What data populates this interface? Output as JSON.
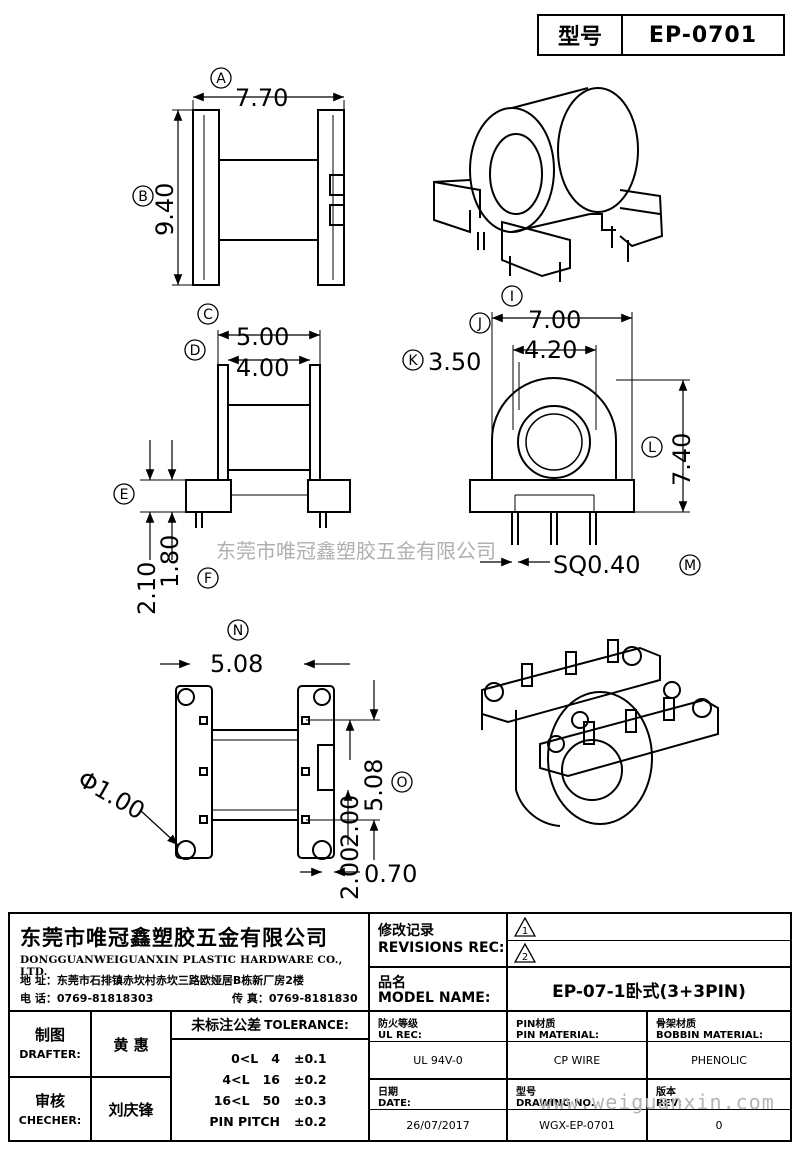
{
  "header": {
    "type_label": "型号",
    "type_value": "EP-0701"
  },
  "dimensions": {
    "A": {
      "letter": "A",
      "value": "7.70"
    },
    "B": {
      "letter": "B",
      "value": "9.40"
    },
    "C": {
      "letter": "C",
      "value": "5.00"
    },
    "D": {
      "letter": "D",
      "value": "4.00"
    },
    "E": {
      "letter": "E"
    },
    "F": {
      "letter": "F"
    },
    "EF_values": {
      "v1": "2.10",
      "v2": "1.80"
    },
    "I": {
      "letter": "I",
      "value": "7.00"
    },
    "J": {
      "letter": "J",
      "value": "4.20"
    },
    "K": {
      "letter": "K",
      "value": "3.50"
    },
    "L": {
      "letter": "L",
      "value": "7.40"
    },
    "M": {
      "letter": "M",
      "value": "SQ0.40"
    },
    "N": {
      "letter": "N",
      "value": "5.08"
    },
    "O": {
      "letter": "O",
      "value": "5.08"
    },
    "pin_dia": {
      "value": "Φ1.00"
    },
    "lower_a": {
      "value": "2.00"
    },
    "lower_b": {
      "value": "2.00"
    },
    "lower_c": {
      "value": "0.70"
    }
  },
  "watermarks": {
    "company": "东莞市唯冠鑫塑胶五金有限公司",
    "website": "www.weiguanxin.com"
  },
  "company": {
    "name_cn": "东莞市唯冠鑫塑胶五金有限公司",
    "name_en": "DONGGUANWEIGUANXIN PLASTIC HARDWARE CO., LTD.",
    "address_label": "地  址：",
    "address": "东莞市石排镇赤坎村赤坎三路欧娅居B栋新厂房2楼",
    "phone_label": "电  话：",
    "phone": "0769-81818303",
    "fax_label": "传 真：",
    "fax": "0769-8181830"
  },
  "revisions": {
    "label_cn": "修改记录",
    "label_en": "REVISIONS REC:",
    "rev1": "1",
    "rev2": "2"
  },
  "model": {
    "label_cn": "品名",
    "label_en": "MODEL NAME:",
    "value": "EP-07-1卧式(3+3PIN)"
  },
  "drafter": {
    "label_cn": "制图",
    "label_en": "DRAFTER:",
    "name": "黄  惠"
  },
  "checker": {
    "label_cn": "审核",
    "label_en": "CHECHER:",
    "name": "刘庆锋"
  },
  "tolerance": {
    "title_cn": "未标注公差",
    "title_en": "TOLERANCE:",
    "rows": [
      {
        "range": "0<L   4",
        "value": "±0.1"
      },
      {
        "range": "4<L   16",
        "value": "±0.2"
      },
      {
        "range": "16<L   50",
        "value": "±0.3"
      },
      {
        "range": "PIN PITCH",
        "value": "±0.2"
      }
    ]
  },
  "specs": {
    "ul_label_cn": "防火等级",
    "ul_label_en": "UL REC:",
    "ul_value": "UL 94V-0",
    "pin_label_cn": "PIN材质",
    "pin_label_en": "PIN MATERIAL:",
    "pin_value": "CP WIRE",
    "bobbin_label_cn": "骨架材质",
    "bobbin_label_en": "BOBBIN MATERIAL:",
    "bobbin_value": "PHENOLIC",
    "date_label_cn": "日期",
    "date_label_en": "DATE:",
    "date_value": "26/07/2017",
    "drawing_label_cn": "型号",
    "drawing_label_en": "DRAWING NO.",
    "drawing_value": "WGX-EP-0701",
    "rev_label_cn": "版本",
    "rev_label_en": "REV:",
    "rev_value": "0"
  }
}
